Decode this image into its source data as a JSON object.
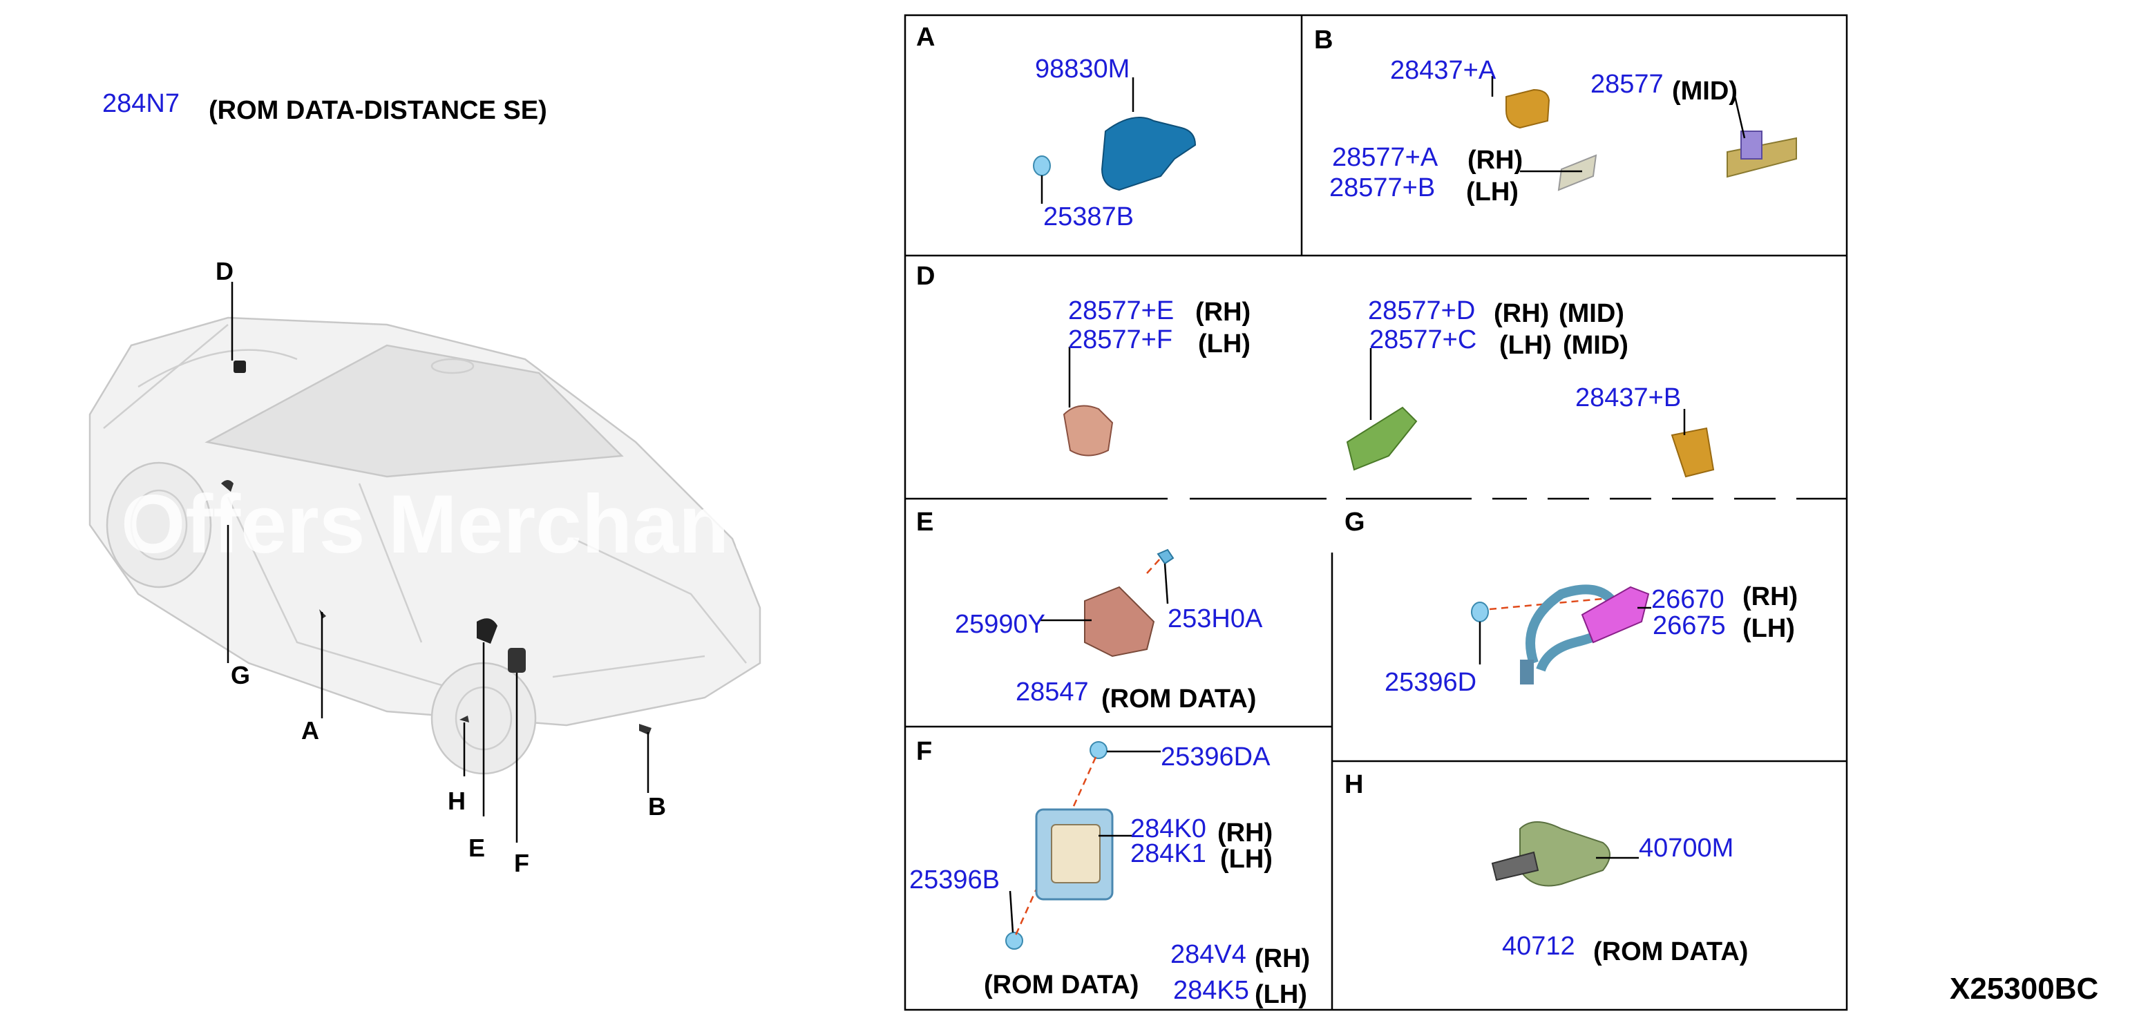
{
  "header": {
    "part": "284N7",
    "note": "(ROM DATA-DISTANCE SE)"
  },
  "diagram_code": "X25300BC",
  "watermark": "Offers Merchant",
  "colors": {
    "part_number": "#1c1cd8",
    "label": "#000000",
    "dashed_link": "#e04a1a"
  },
  "car_locations": [
    "D",
    "G",
    "A",
    "H",
    "E",
    "F",
    "B"
  ],
  "sections": {
    "A": {
      "letter": "A",
      "p1": "98830M",
      "p2": "25387B"
    },
    "B": {
      "letter": "B",
      "p1": "28437+A",
      "p2": "28577",
      "p2_tag": "(MID)",
      "p3": "28577+A",
      "p3_tag": "(RH)",
      "p4": "28577+B",
      "p4_tag": "(LH)"
    },
    "D": {
      "letter": "D",
      "p1": "28577+E",
      "p1_tag": "(RH)",
      "p2": "28577+F",
      "p2_tag": "(LH)",
      "p3": "28577+D",
      "p3_tag": "(RH)",
      "p3_tag2": "(MID)",
      "p4": "28577+C",
      "p4_tag": "(LH)",
      "p4_tag2": "(MID)",
      "p5": "28437+B"
    },
    "E": {
      "letter": "E",
      "p1": "25990Y",
      "p2": "253H0A",
      "p3": "28547",
      "p3_tag": "(ROM DATA)"
    },
    "G": {
      "letter": "G",
      "p1": "26670",
      "p1_tag": "(RH)",
      "p2": "26675",
      "p2_tag": "(LH)",
      "p3": "25396D"
    },
    "F": {
      "letter": "F",
      "p1": "25396DA",
      "p2": "284K0",
      "p2_tag": "(RH)",
      "p3": "284K1",
      "p3_tag": "(LH)",
      "p4": "25396B",
      "p5": "284V4",
      "p5_tag": "(RH)",
      "p6": "284K5",
      "p6_tag": "(LH)",
      "note": "(ROM DATA)"
    },
    "H": {
      "letter": "H",
      "p1": "40700M",
      "p2": "40712",
      "p2_tag": "(ROM DATA)"
    }
  }
}
